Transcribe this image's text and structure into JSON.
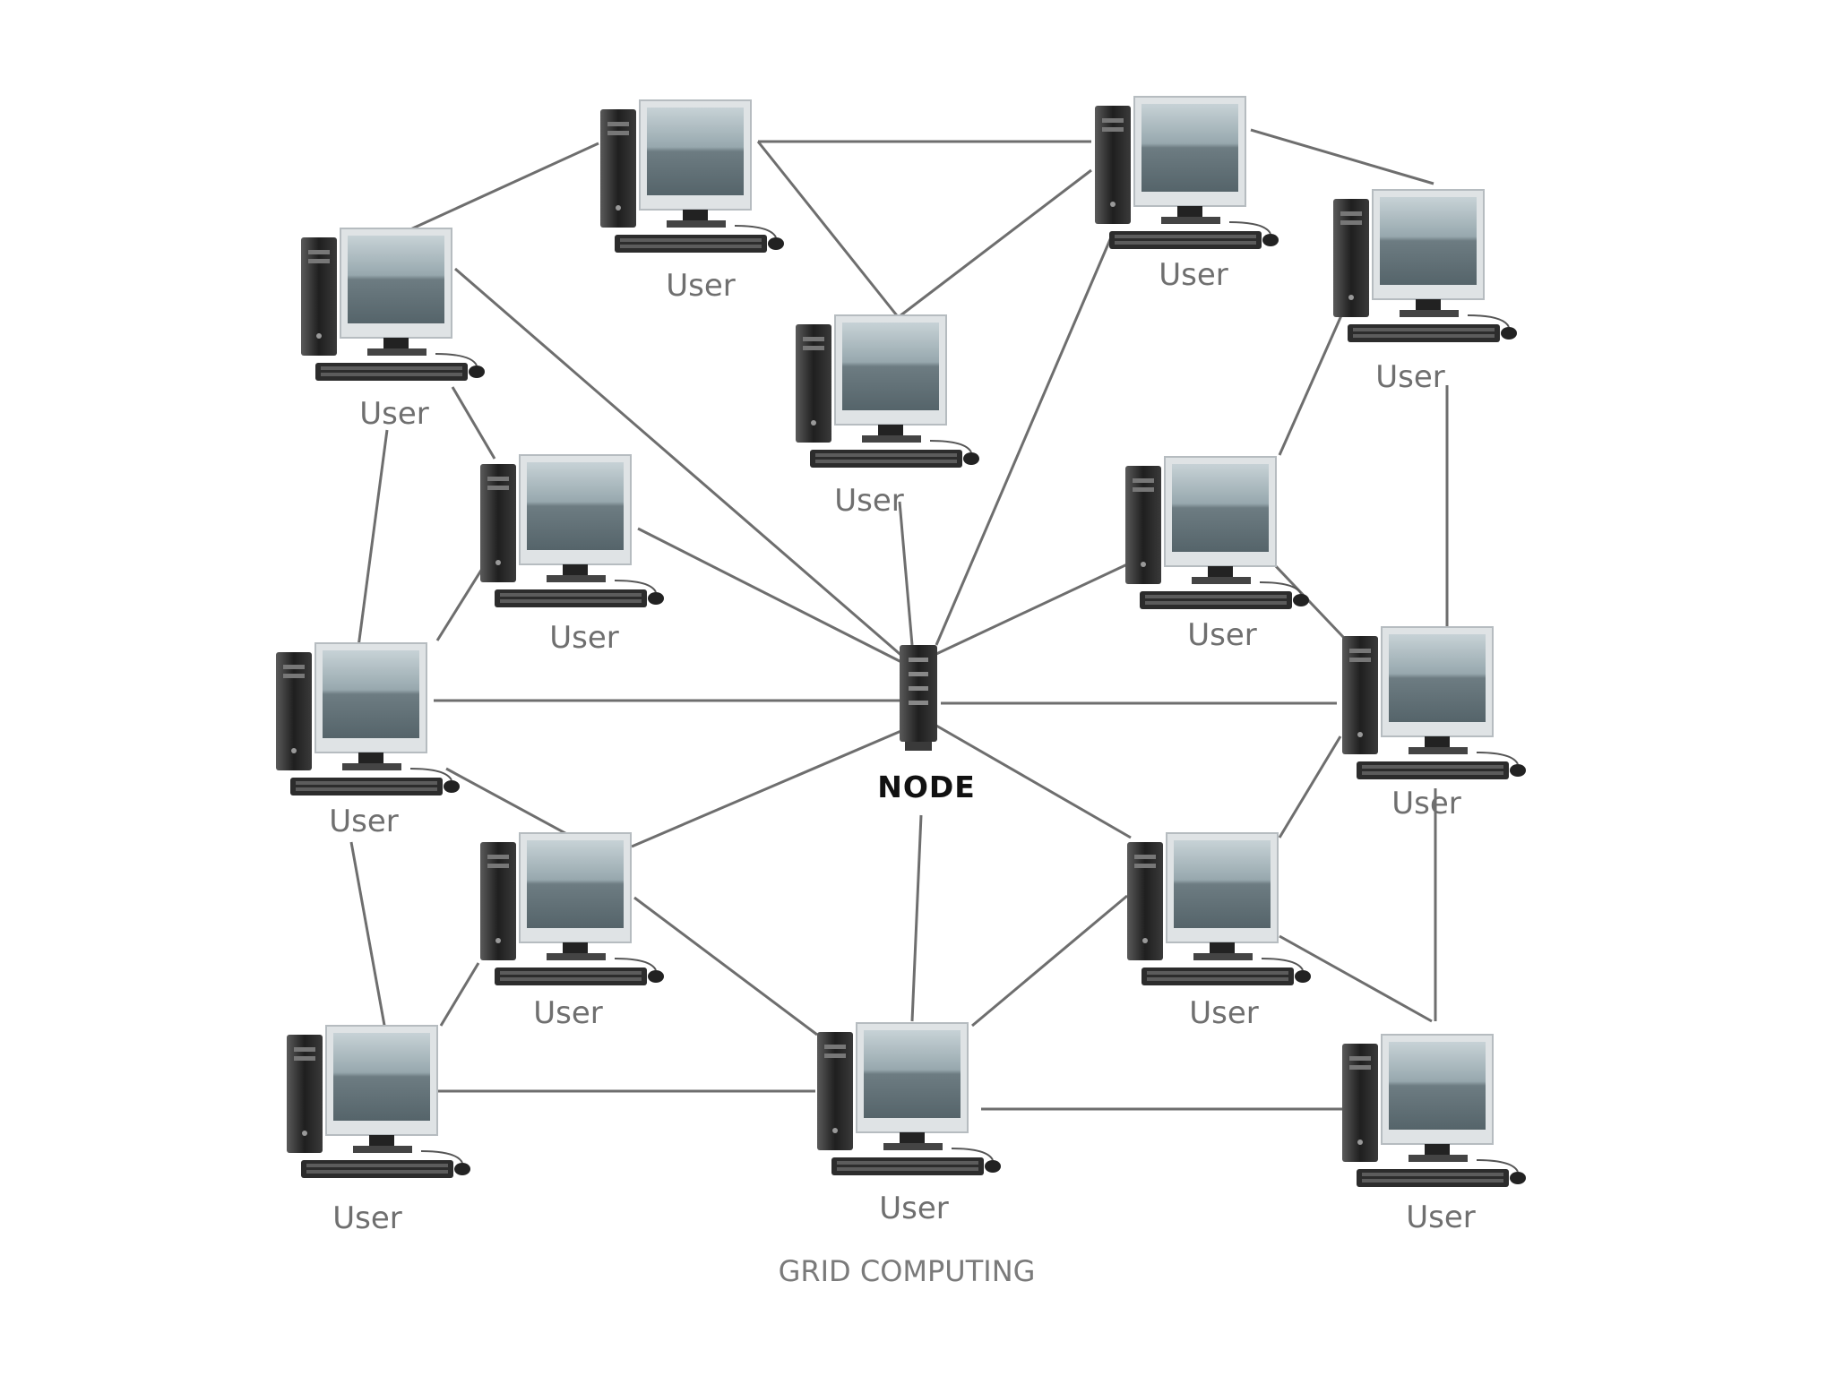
{
  "diagram": {
    "title": "GRID COMPUTING",
    "hub": {
      "label": "NODE"
    },
    "user_label": "User",
    "computers": [
      {
        "id": "top-mid",
        "label": "User"
      },
      {
        "id": "top-right",
        "label": "User"
      },
      {
        "id": "upper-left",
        "label": "User"
      },
      {
        "id": "upper-far-right",
        "label": "User"
      },
      {
        "id": "upper-center",
        "label": "User"
      },
      {
        "id": "mid-left-inner",
        "label": "User"
      },
      {
        "id": "mid-right-inner",
        "label": "User"
      },
      {
        "id": "mid-left-outer",
        "label": "User"
      },
      {
        "id": "mid-right-outer",
        "label": "User"
      },
      {
        "id": "lower-left-inner",
        "label": "User"
      },
      {
        "id": "lower-right-inner",
        "label": "User"
      },
      {
        "id": "bottom-left",
        "label": "User"
      },
      {
        "id": "bottom-center",
        "label": "User"
      },
      {
        "id": "bottom-right",
        "label": "User"
      }
    ],
    "colors": {
      "line": "#6e6e6e",
      "monitor_frame": "#d9dde0",
      "screen": "#7b8a90",
      "tower": "#2a2a2a",
      "label": "#6f6f6f"
    }
  }
}
